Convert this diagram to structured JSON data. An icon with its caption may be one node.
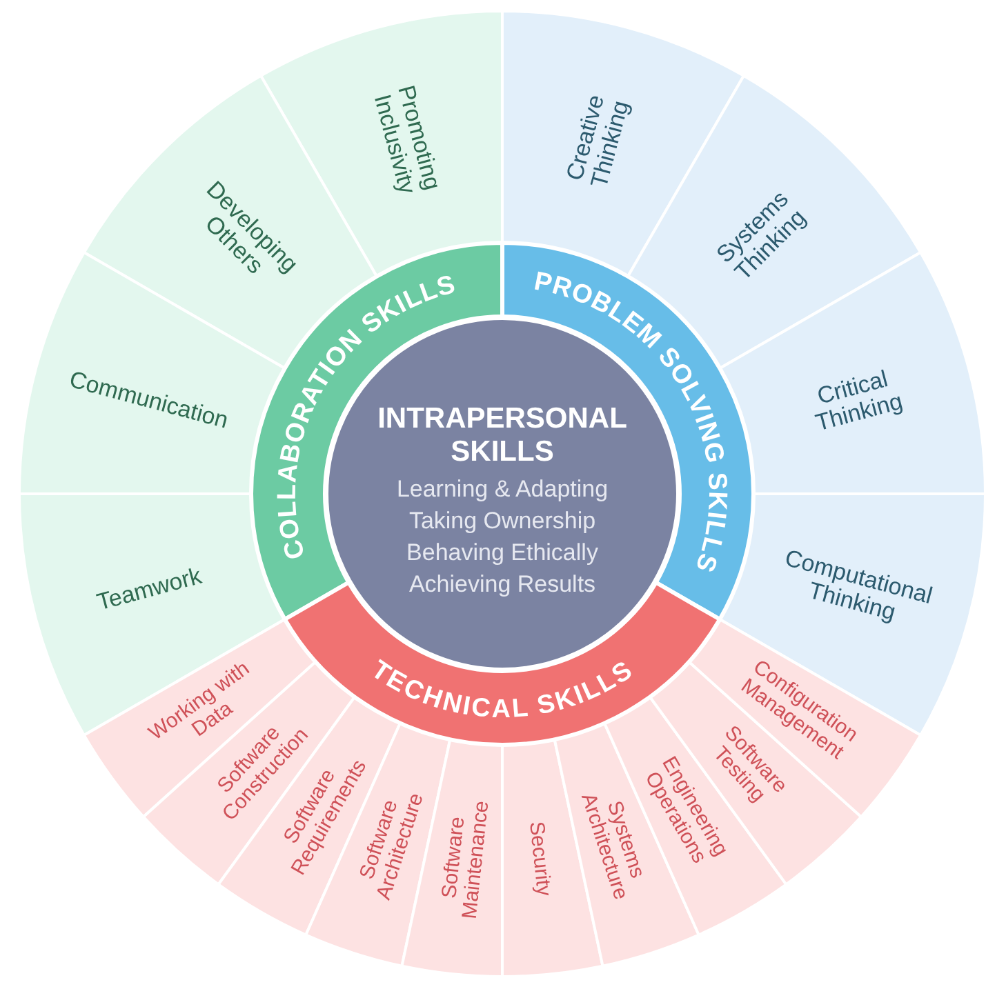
{
  "diagram": {
    "nodes": [
      {
        "text": [
          "INTRAPERSONAL SKILLS",
          "Learning & Adapting",
          "Taking Ownership",
          "Behaving Ethically",
          "Achieving Results"
        ]
      },
      {
        "text": [
          "COLLABORATION SKILLS"
        ]
      },
      {
        "text": [
          "PROBLEM SOLVING SKILLS"
        ]
      },
      {
        "text": [
          "TECHNICAL SKILLS"
        ]
      },
      {
        "text": [
          "Promoting Inclusivity"
        ]
      },
      {
        "text": [
          "Developing Others"
        ]
      },
      {
        "text": [
          "Communication"
        ]
      },
      {
        "text": [
          "Teamwork"
        ]
      },
      {
        "text": [
          "Creative Thinking"
        ]
      },
      {
        "text": [
          "Systems Thinking"
        ]
      },
      {
        "text": [
          "Critical Thinking"
        ]
      },
      {
        "text": [
          "Computational Thinking"
        ]
      },
      {
        "text": [
          "Working with Data"
        ]
      },
      {
        "text": [
          "Software Construction"
        ]
      },
      {
        "text": [
          "Software Requirements"
        ]
      },
      {
        "text": [
          "Software Architecture"
        ]
      },
      {
        "text": [
          "Software Maintenance"
        ]
      },
      {
        "text": [
          "Security"
        ]
      },
      {
        "text": [
          "Systems Architecture"
        ]
      },
      {
        "text": [
          "Engineering Operations"
        ]
      },
      {
        "text": [
          "Software Testing"
        ]
      },
      {
        "text": [
          "Configuration Management"
        ]
      }
    ]
  }
}
